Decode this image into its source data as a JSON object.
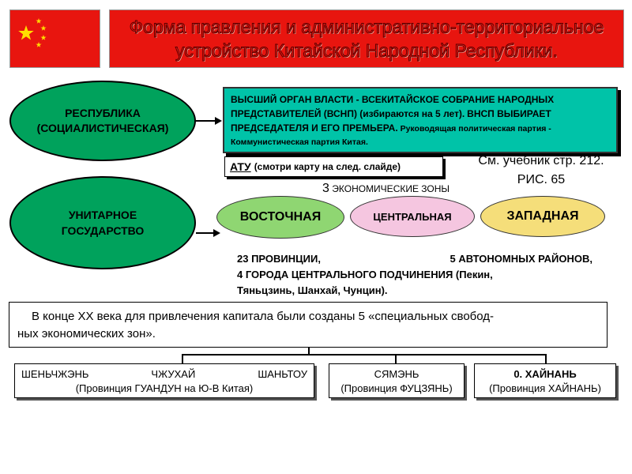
{
  "title": {
    "line1": "Форма правления и административно-территориальное",
    "line2": "устройство Китайской Народной Республики."
  },
  "colors": {
    "red": "#e8150f",
    "star": "#ffde00",
    "green_ellipse": "#00a25c",
    "teal_box": "#00c3a8",
    "east_zone": "#8fd672",
    "central_zone": "#f5c6e0",
    "west_zone": "#f5de7a"
  },
  "icons": [
    "china-flag-icon",
    "star-icon"
  ],
  "republic": {
    "line1": "РЕСПУБЛИКА",
    "line2": "(СОЦИАЛИСТИЧЕСКАЯ)"
  },
  "unitary": {
    "line1": "УНИТАРНОЕ",
    "line2": "ГОСУДАРСТВО"
  },
  "highest_body": {
    "p1": "ВЫСШИЙ ОРГАН ВЛАСТИ - ВСЕКИТАЙСКОЕ СОБРАНИЕ НАРОДНЫХ ПРЕДСТАВИТЕЛЕЙ (ВСНП) (избираются на 5 лет).",
    "p2": "ВНСП ВЫБИРАЕТ ПРЕДСЕДАТЕЛЯ И ЕГО ПРЕМЬЕРА.",
    "p3": "Руководящая политическая партия - Коммунистическая партия Китая."
  },
  "atu": {
    "label": "АТУ",
    "text": "(смотри карту на след. слайде)"
  },
  "textbook": {
    "line1": "См. учебник стр. 212.",
    "line2": "РИС. 65"
  },
  "zones": {
    "count": "3",
    "caption": "ЭКОНОМИЧЕСКИЕ ЗОНЫ",
    "east": "ВОСТОЧНАЯ",
    "central": "ЦЕНТРАЛЬНАЯ",
    "west": "ЗАПАДНАЯ"
  },
  "provinces": {
    "part1": "23 ПРОВИНЦИИ,",
    "part2": "5 АВТОНОМНЫХ РАЙОНОВ,",
    "line2": "4 ГОРОДА ЦЕНТРАЛЬНОГО ПОДЧИНЕНИЯ (Пекин,",
    "line3": "Тяньцзинь, Шанхай, Чунцин)."
  },
  "century": {
    "line1": "В конце ХХ века для привлечения капитала были созданы 5 «специальных свобод-",
    "line2": "ных экономических зон»."
  },
  "sez": {
    "guangdong": {
      "city1": "ШЕНЬЧЖЭНЬ",
      "city2": "ЧЖУХАЙ",
      "city3": "ШАНЬТОУ",
      "province": "(Провинция ГУАНДУН на Ю-В Китая)"
    },
    "fujian": {
      "city": "СЯМЭНЬ",
      "province": "(Провинция ФУЦЗЯНЬ)"
    },
    "hainan": {
      "city": "0. ХАЙНАНЬ",
      "province": "(Провинция ХАЙНАНЬ)"
    }
  }
}
